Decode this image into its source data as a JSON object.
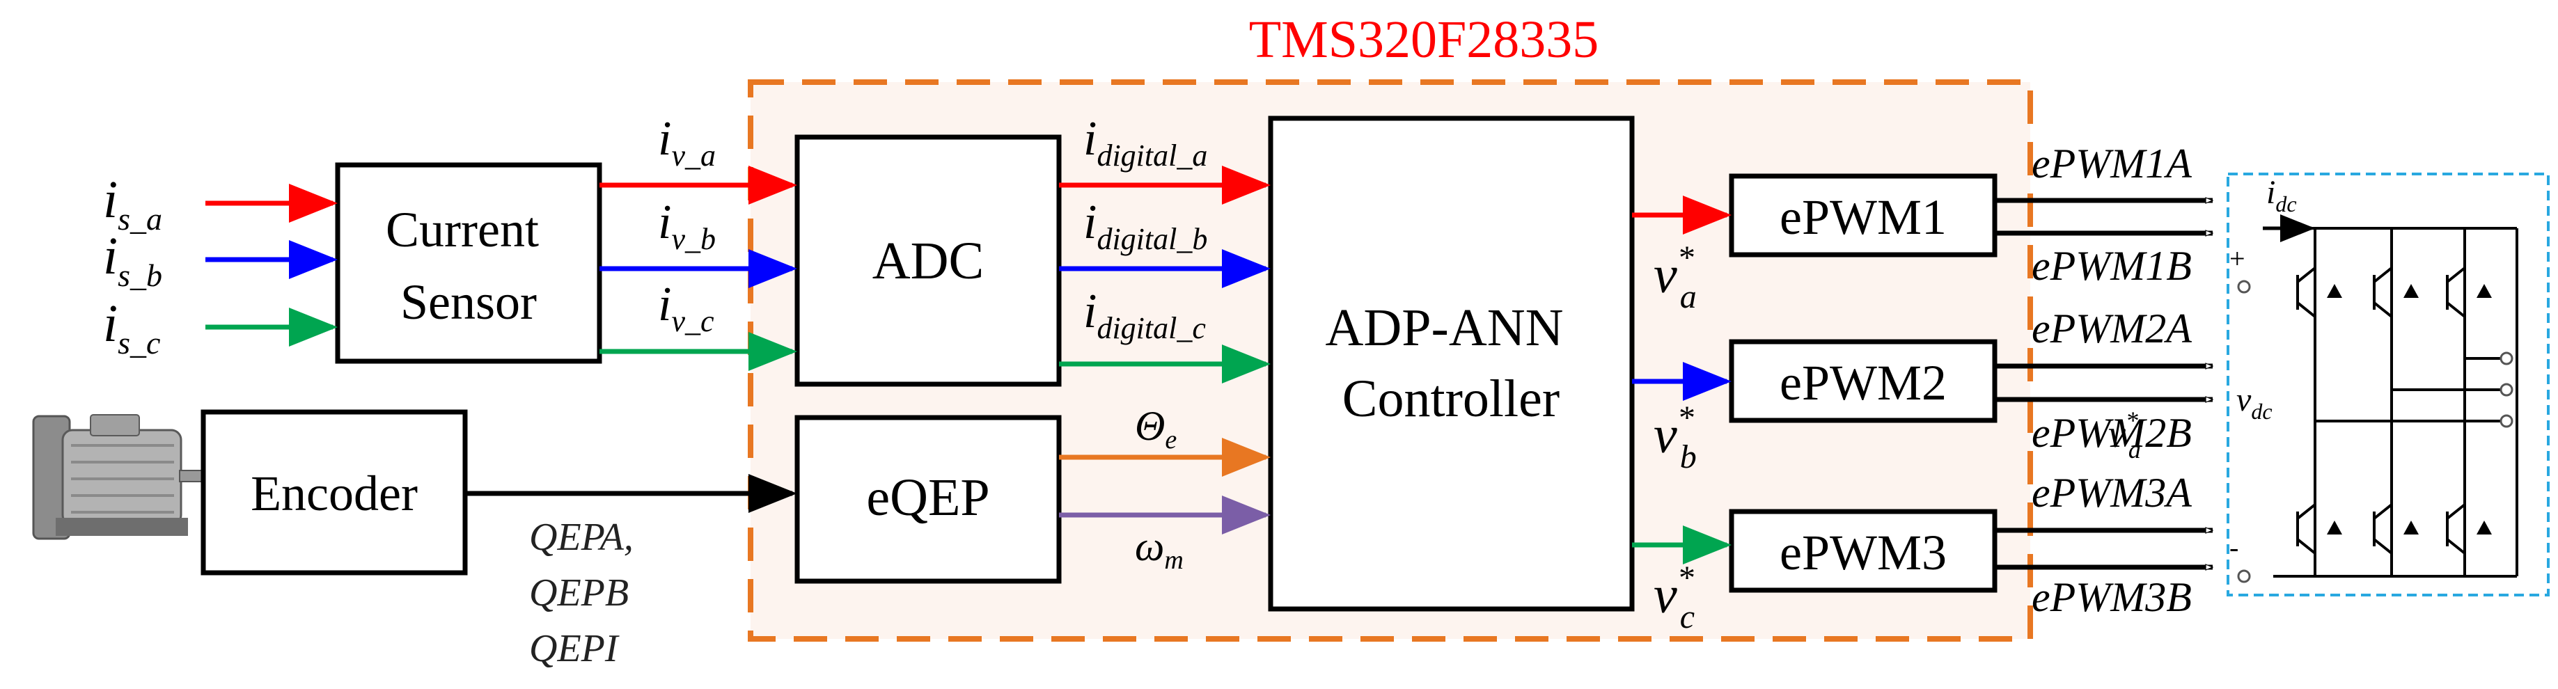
{
  "chip": {
    "title": "TMS320F28335",
    "color": "#ff0000",
    "border_color": "#e87722",
    "fill": "#fdf4ef"
  },
  "blocks": {
    "current_sensor": [
      "Current",
      "Sensor"
    ],
    "encoder": "Encoder",
    "adc": "ADC",
    "eqep": "eQEP",
    "controller": [
      "ADP-ANN",
      "Controller"
    ],
    "epwm1": "ePWM1",
    "epwm2": "ePWM2",
    "epwm3": "ePWM3"
  },
  "inputs": [
    {
      "base": "i",
      "sub": "s_a",
      "color": "#ff0000"
    },
    {
      "base": "i",
      "sub": "s_b",
      "color": "#0000ff"
    },
    {
      "base": "i",
      "sub": "s_c",
      "color": "#00a550"
    }
  ],
  "sensor_out": [
    {
      "base": "i",
      "sub": "v_a"
    },
    {
      "base": "i",
      "sub": "v_b"
    },
    {
      "base": "i",
      "sub": "v_c"
    }
  ],
  "digital": [
    {
      "base": "i",
      "sub": "digital_a"
    },
    {
      "base": "i",
      "sub": "digital_b"
    },
    {
      "base": "i",
      "sub": "digital_c"
    }
  ],
  "encoder_signals": [
    "QEPA,",
    "QEPB",
    "QEPI"
  ],
  "theta": {
    "base": "Θ",
    "sub": "e",
    "color": "#e87722"
  },
  "omega": {
    "base": "ω",
    "sub": "m",
    "color": "#7b5ea7"
  },
  "vref": [
    {
      "base": "v",
      "sup": "*",
      "sub": "a",
      "color": "#ff0000"
    },
    {
      "base": "v",
      "sup": "*",
      "sub": "b",
      "color": "#0000ff"
    },
    {
      "base": "v",
      "sup": "*",
      "sub": "c",
      "color": "#00a550"
    }
  ],
  "pwm_signals": [
    "ePWM1A",
    "ePWM1B",
    "ePWM2A",
    "ePWM2B",
    "ePWM3A",
    "ePWM3B"
  ],
  "inverter": {
    "border_color": "#29a8e0",
    "idc": {
      "base": "i",
      "sub": "dc"
    },
    "vdc": {
      "base": "v",
      "sub": "dc"
    },
    "plus": "+",
    "minus": "-",
    "overlap": {
      "base": "v",
      "sup": "*",
      "sub": "a"
    }
  }
}
